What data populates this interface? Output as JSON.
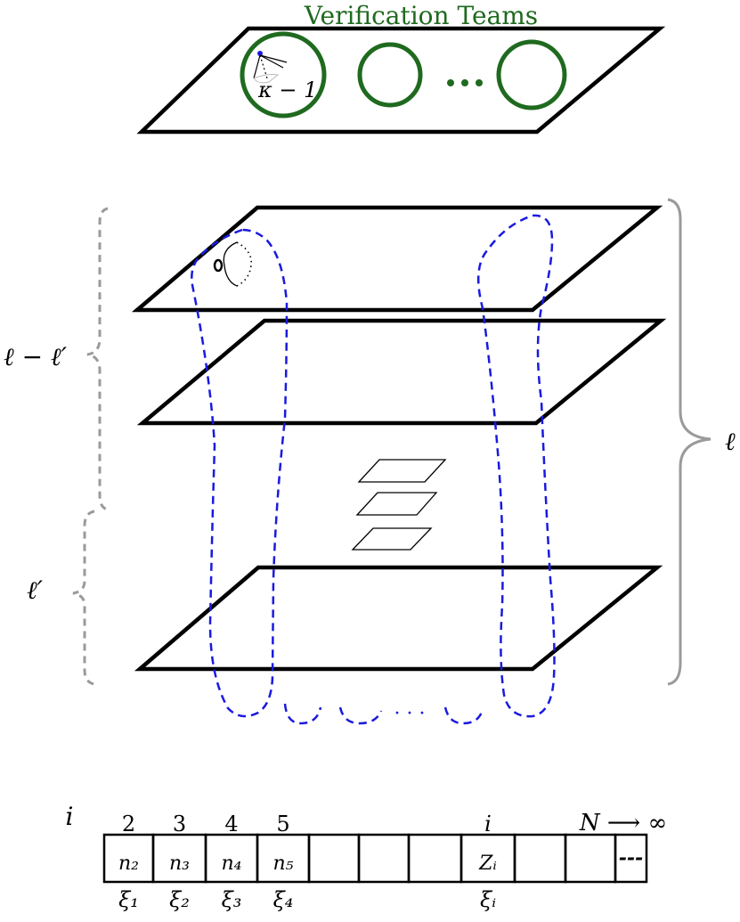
{
  "title": "Verification Teams",
  "team_label": "κ − 1",
  "ellipsis": "· · ·",
  "brace_labels": {
    "upper": "ℓ − ℓ′",
    "lower": "ℓ′",
    "right": "ℓ"
  },
  "array": {
    "row_label": "i",
    "index_labels": [
      "2",
      "3",
      "4",
      "5",
      "",
      "",
      "",
      "i",
      "",
      "",
      ""
    ],
    "cell_values": [
      "n₂",
      "n₃",
      "n₄",
      "n₅",
      "",
      "",
      "",
      "Zᵢ",
      "",
      "",
      "---"
    ],
    "xi_labels": [
      "ξ₁",
      "ξ₂",
      "ξ₃",
      "ξ₄",
      "",
      "",
      "",
      "ξᵢ",
      "",
      "",
      ""
    ],
    "limit_label": "N ⟶ ∞"
  },
  "colors": {
    "team_green": "#1f6a1f",
    "path_blue": "#1a1adf",
    "brace_gray": "#9a9a9a",
    "line_black": "#000000"
  }
}
